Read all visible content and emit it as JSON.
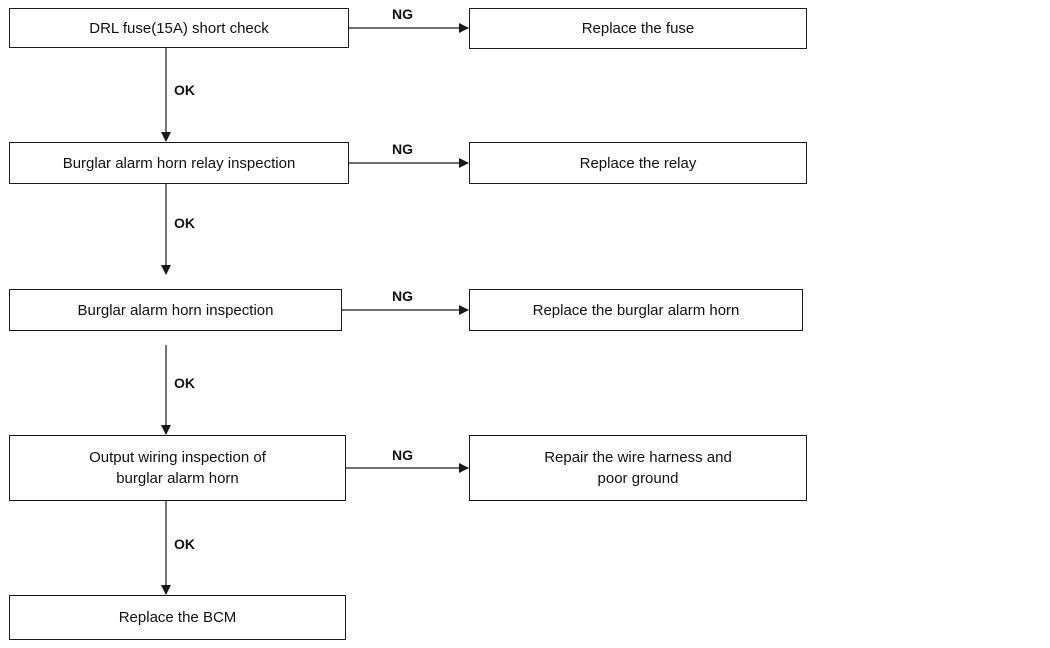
{
  "flowchart": {
    "steps": [
      {
        "text": "DRL fuse(15A) short check"
      },
      {
        "text": "Burglar alarm horn relay inspection"
      },
      {
        "text": "Burglar alarm horn inspection"
      },
      {
        "text": "Output wiring inspection of\nburglar alarm horn"
      },
      {
        "text": "Replace the BCM"
      }
    ],
    "actions": [
      {
        "text": "Replace the fuse"
      },
      {
        "text": "Replace the relay"
      },
      {
        "text": "Replace the burglar alarm horn"
      },
      {
        "text": "Repair the wire harness and\npoor ground"
      }
    ],
    "branch_labels": {
      "ng": "NG",
      "ok": "OK"
    },
    "colors": {
      "line": "#1a1a1a",
      "text": "#111111",
      "background": "#ffffff"
    }
  }
}
